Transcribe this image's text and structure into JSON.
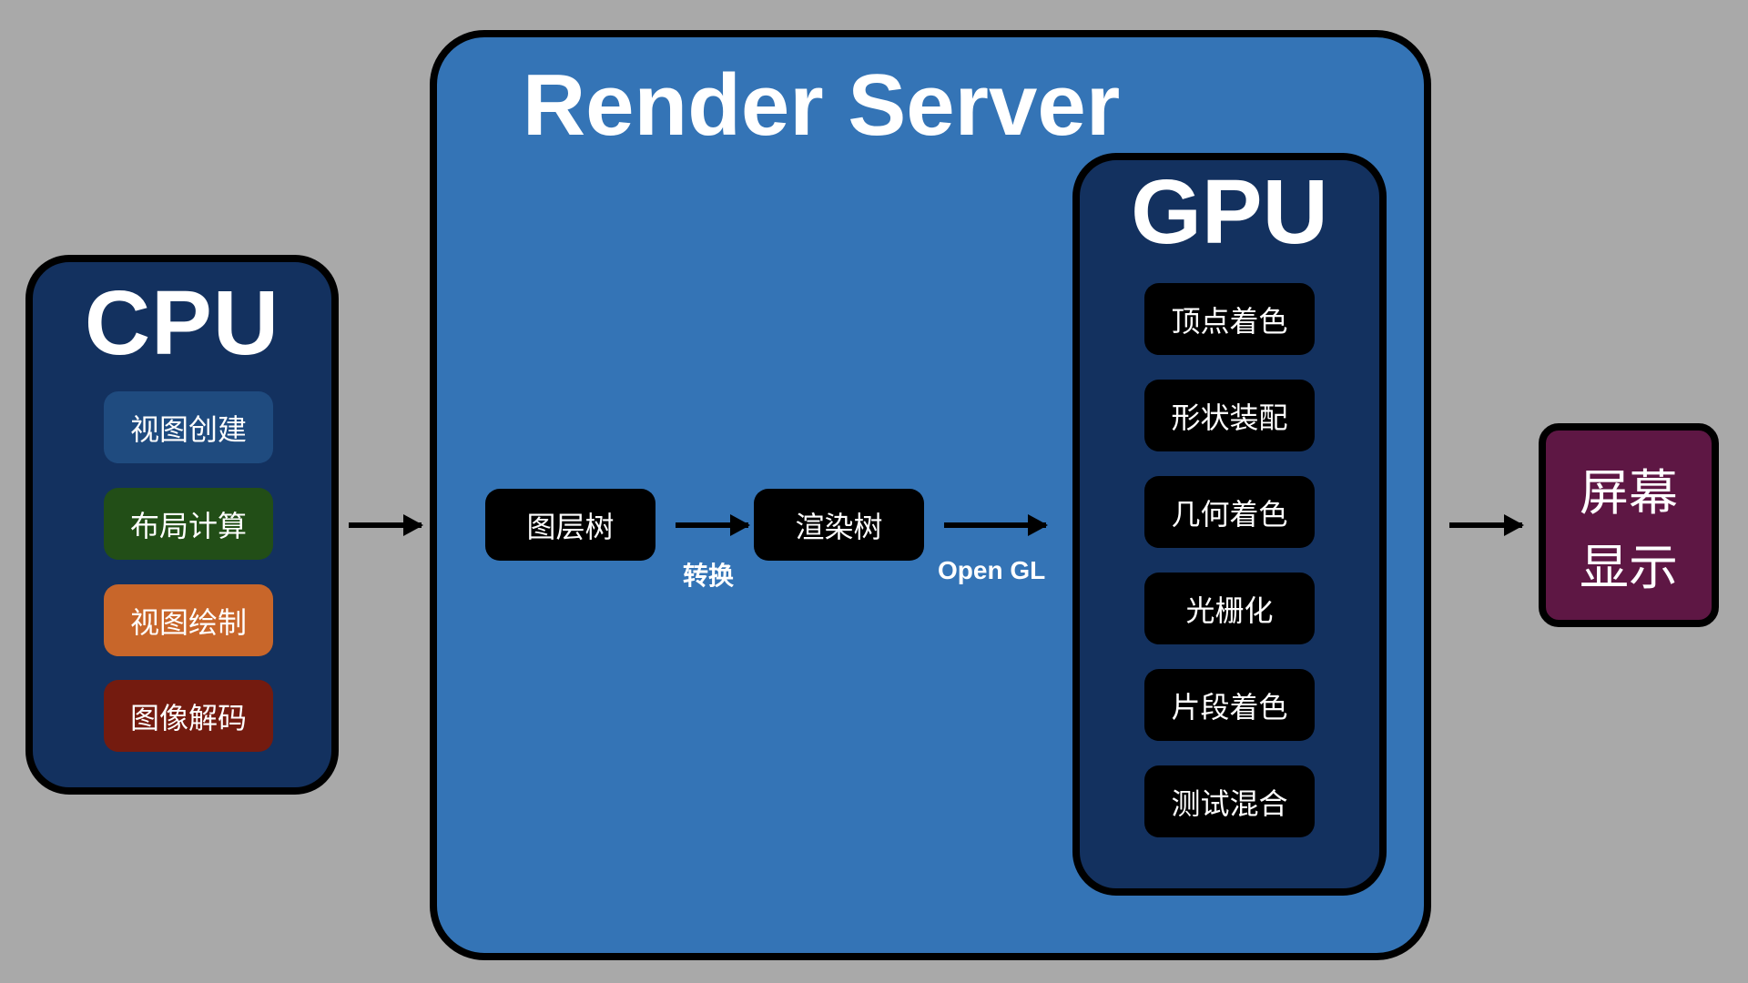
{
  "cpu": {
    "title": "CPU",
    "items": [
      {
        "label": "视图创建",
        "color": "#1f4b7f"
      },
      {
        "label": "布局计算",
        "color": "#224e17"
      },
      {
        "label": "视图绘制",
        "color": "#c8662a"
      },
      {
        "label": "图像解码",
        "color": "#741b0f"
      }
    ]
  },
  "render_server": {
    "title": "Render Server",
    "layer_tree": "图层树",
    "convert_label": "转换",
    "render_tree": "渲染树",
    "opengl_label": "Open GL"
  },
  "gpu": {
    "title": "GPU",
    "items": [
      {
        "label": "顶点着色"
      },
      {
        "label": "形状装配"
      },
      {
        "label": "几何着色"
      },
      {
        "label": "光栅化"
      },
      {
        "label": "片段着色"
      },
      {
        "label": "测试混合"
      }
    ]
  },
  "screen": {
    "line1": "屏幕",
    "line2": "显示"
  },
  "colors": {
    "background": "#a9a9a9",
    "render_server": "#3474b6",
    "cpu_gpu_panel": "#13315f",
    "screen": "#5e1744"
  }
}
